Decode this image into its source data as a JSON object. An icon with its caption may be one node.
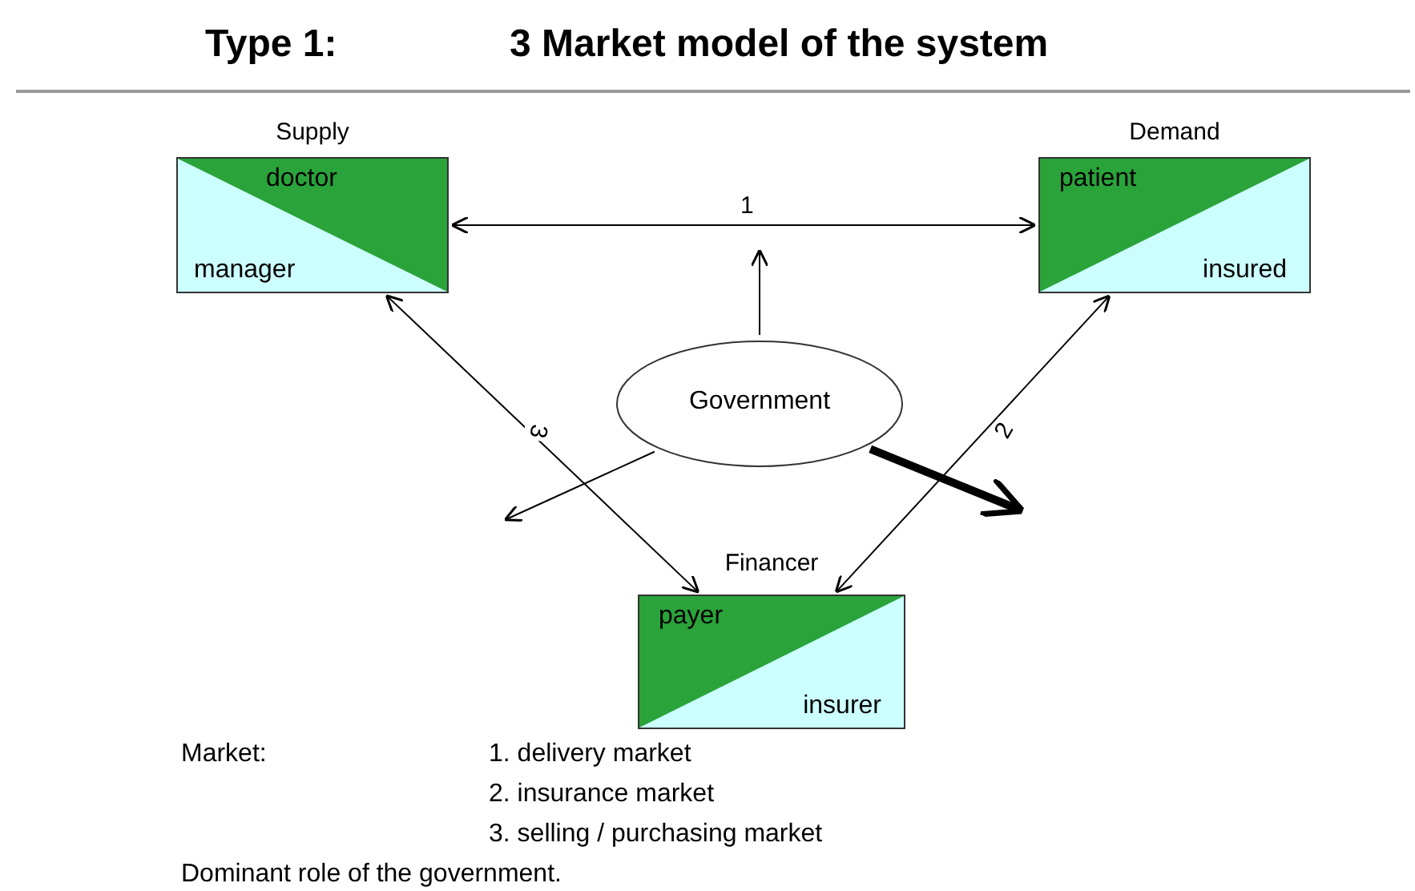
{
  "diagram": {
    "title": "3 Market model of the system",
    "nodes": [
      {
        "text": [
          "Supply",
          "doctor",
          "manager"
        ]
      },
      {
        "text": [
          "Demand",
          "patient",
          "insured"
        ]
      },
      {
        "text": [
          "Government"
        ]
      },
      {
        "text": [
          "Financer",
          "payer",
          "insurer"
        ]
      }
    ],
    "edges": [
      {
        "from": 0,
        "to": 1,
        "arrow": "both",
        "label": "1"
      },
      {
        "from": 0,
        "to": 3,
        "arrow": "both",
        "label": "3"
      },
      {
        "from": 1,
        "to": 3,
        "arrow": "both",
        "label": "2"
      },
      {
        "from": 2,
        "to": null,
        "arrow": "to"
      },
      {
        "from": 2,
        "to": null,
        "arrow": "to"
      },
      {
        "from": 2,
        "to": null,
        "arrow": "to",
        "style": "thick"
      }
    ],
    "labels": [
      "Type 1:",
      "Market:",
      "1. delivery market",
      "2. insurance market",
      "3. selling / purchasing market",
      "Dominant role of the government."
    ]
  }
}
